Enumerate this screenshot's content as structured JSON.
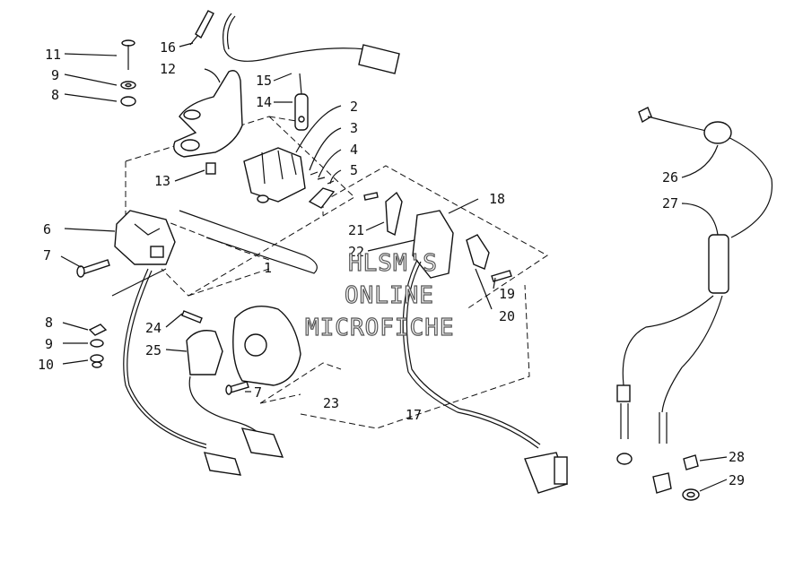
{
  "watermark": {
    "line1": "HLSM'S",
    "line2": "ONLINE",
    "line3": "MICROFICHE"
  },
  "callouts": {
    "c1": "1",
    "c2": "2",
    "c3": "3",
    "c4": "4",
    "c5": "5",
    "c6": "6",
    "c7a": "7",
    "c7b": "7",
    "c8a": "8",
    "c8b": "8",
    "c9a": "9",
    "c9b": "9",
    "c10": "10",
    "c11": "11",
    "c12": "12",
    "c13": "13",
    "c14": "14",
    "c15": "15",
    "c16": "16",
    "c17": "17",
    "c18": "18",
    "c19": "19",
    "c20": "20",
    "c21": "21",
    "c22": "22",
    "c23": "23",
    "c24": "24",
    "c25": "25",
    "c26": "26",
    "c27": "27",
    "c28": "28",
    "c29": "29"
  }
}
